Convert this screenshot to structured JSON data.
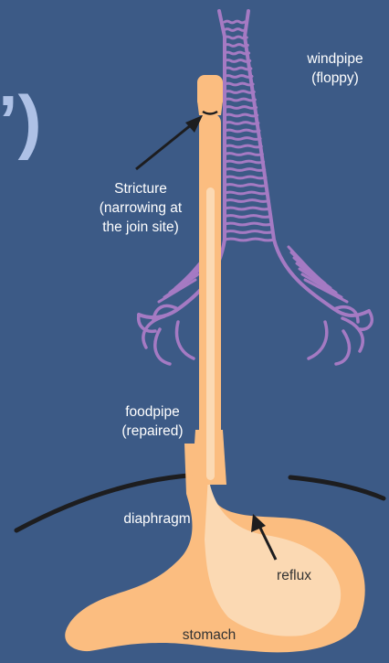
{
  "colors": {
    "background": "#3c5a86",
    "windpipe": "#a57ac3",
    "foodpipe": "#fbbd80",
    "foodpipe_inner": "#fbd9b3",
    "diaphragm": "#1d1d1f",
    "arrow": "#1d1d1f",
    "label_light": "#ffffff",
    "label_dark": "#333333",
    "cut_text": "#aec1e6"
  },
  "labels": {
    "cut_fragment": "’)",
    "windpipe": [
      "windpipe",
      "(floppy)"
    ],
    "stricture": [
      "Stricture",
      "(narrowing at",
      "the join site)"
    ],
    "foodpipe": [
      "foodpipe",
      "(repaired)"
    ],
    "diaphragm": "diaphragm",
    "reflux": "reflux",
    "stomach": "stomach"
  }
}
